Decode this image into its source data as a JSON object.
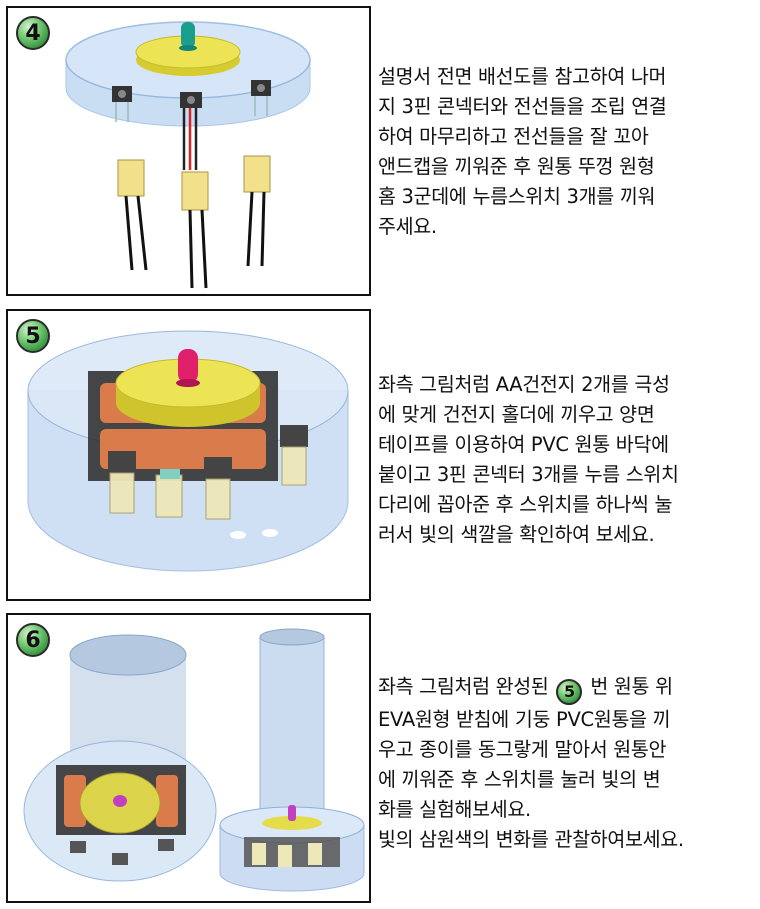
{
  "steps": [
    {
      "number": "4",
      "text": "설명서 전면 배선도를 참고하여 나머\n지 3핀 콘넥터와 전선들을 조립 연결\n하여 마무리하고 전선들을 잘 꼬아\n앤드캡을 끼워준 후 원통 뚜껑 원형\n홈 3군데에 누름스위치 3개를 끼워\n주세요."
    },
    {
      "number": "5",
      "text": "좌측 그림처럼 AA건전지 2개를 극성\n에 맞게 건전지 홀더에 끼우고 양면\n테이프를 이용하여 PVC 원통 바닥에\n붙이고 3핀 콘넥터 3개를 누름 스위치\n다리에 꼽아준 후 스위치를 하나씩 눌\n러서 빛의 색깔을 확인하여 보세요."
    },
    {
      "number": "6",
      "text_before": "좌측 그림처럼 완성된 ",
      "inline_ref": "5",
      "text_after": " 번 원통 위\nEVA원형 받침에 기둥 PVC원통을 끼\n우고 종이를 동그랗게 말아서 원통안\n에 끼워준 후 스위치를 눌러 빛의 변\n화를 실험해보세요.\n빛의 삼원색의 변화를 관찰하여보세요."
    }
  ],
  "colors": {
    "led_step4": "#1a9f8f",
    "led_step5": "#e0206a",
    "led_step6": "#c040c0",
    "cap_yellow": "#e9e04a",
    "badge_green": "#3c9a44"
  }
}
